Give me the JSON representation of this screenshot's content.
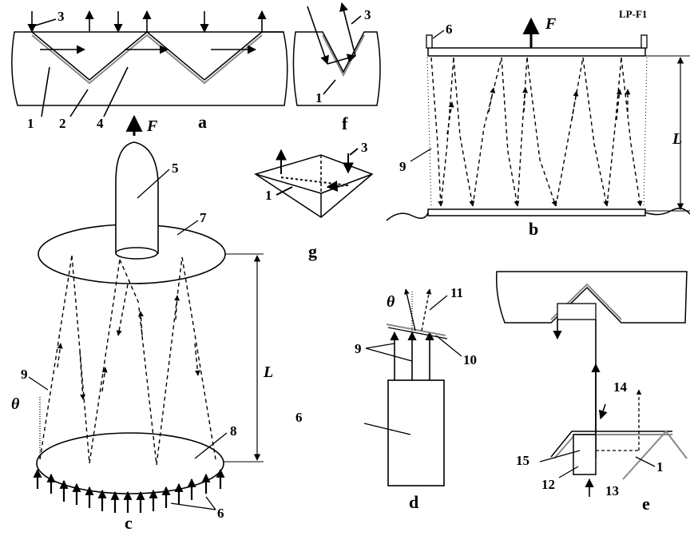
{
  "figure": {
    "code": "LP-F1",
    "force_symbol": "F",
    "length_symbol": "L",
    "angle_symbol": "θ"
  },
  "panels": {
    "a": {
      "letter": "a",
      "labels": {
        "n1": "1",
        "n2": "2",
        "n3": "3",
        "n4": "4"
      }
    },
    "b": {
      "letter": "b",
      "labels": {
        "n6": "6",
        "n9": "9"
      }
    },
    "c": {
      "letter": "c",
      "labels": {
        "n5": "5",
        "n6": "6",
        "n7": "7",
        "n8": "8",
        "n9": "9"
      }
    },
    "d": {
      "letter": "d",
      "labels": {
        "n6": "6",
        "n9": "9",
        "n10": "10",
        "n11": "11"
      }
    },
    "e": {
      "letter": "e",
      "labels": {
        "n1": "1",
        "n12": "12",
        "n13": "13",
        "n14": "14",
        "n15": "15"
      }
    },
    "f": {
      "letter": "f",
      "labels": {
        "n1": "1",
        "n3": "3"
      }
    },
    "g": {
      "letter": "g",
      "labels": {
        "n1": "1",
        "n3": "3"
      }
    }
  }
}
